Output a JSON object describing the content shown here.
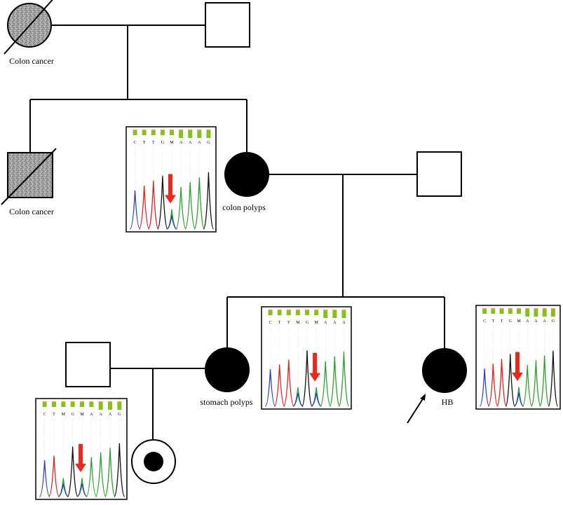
{
  "pedigree": {
    "individuals": {
      "grandmother": {
        "label": "Colon cancer",
        "sex": "female",
        "status": "affected-deceased"
      },
      "grandfather": {
        "label": "",
        "sex": "male",
        "status": "unaffected"
      },
      "uncle": {
        "label": "Colon cancer",
        "sex": "male",
        "status": "affected-deceased"
      },
      "mother": {
        "label": "colon polyps",
        "sex": "female",
        "status": "affected"
      },
      "father": {
        "label": "",
        "sex": "male",
        "status": "unaffected"
      },
      "sister": {
        "label": "stomach polyps",
        "sex": "female",
        "status": "affected"
      },
      "brother_in_law": {
        "label": "",
        "sex": "male",
        "status": "unaffected"
      },
      "niece": {
        "label": "",
        "sex": "female",
        "status": "carrier"
      },
      "proband": {
        "label": "HB",
        "sex": "female",
        "status": "affected-proband"
      }
    },
    "sequence_traces": {
      "mother": {
        "bases": [
          "C",
          "T",
          "T",
          "G",
          "M",
          "A",
          "A",
          "A",
          "G"
        ]
      },
      "sister": {
        "bases": [
          "C",
          "T",
          "T",
          "M",
          "G",
          "M",
          "A",
          "A",
          "A"
        ]
      },
      "proband": {
        "bases": [
          "C",
          "T",
          "T",
          "G",
          "M",
          "A",
          "A",
          "A",
          "G"
        ]
      },
      "niece": {
        "bases": [
          "C",
          "T",
          "M",
          "G",
          "M",
          "A",
          "A",
          "A",
          "G"
        ]
      }
    }
  },
  "colors": {
    "affected": "#000000",
    "deceased_fill": "#9a9a9a",
    "mutation_arrow": "#e8291c",
    "base_A": "#2aa02a",
    "base_C": "#2e3fb5",
    "base_G": "#111111",
    "base_T": "#e0201c",
    "base_M": "#888888",
    "marker_cap": "#e8a21c",
    "marker_body": "#7fc31c"
  }
}
